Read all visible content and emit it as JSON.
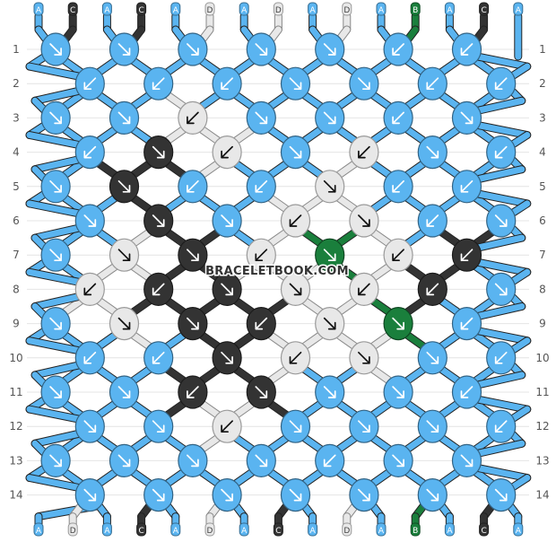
{
  "watermark": "BRACELETBOOK.COM",
  "colors": {
    "A": "#5ab4f0",
    "B": "#1a7f3c",
    "C": "#333333",
    "D": "#e8e8e8"
  },
  "strings_top": [
    "A",
    "C",
    "A",
    "C",
    "A",
    "D",
    "A",
    "D",
    "A",
    "D",
    "A",
    "B",
    "A",
    "C",
    "A"
  ],
  "strings_bottom": [
    "A",
    "D",
    "A",
    "C",
    "A",
    "D",
    "A",
    "C",
    "A",
    "D",
    "A",
    "B",
    "A",
    "C",
    "A"
  ],
  "row_numbers": [
    "1",
    "2",
    "3",
    "4",
    "5",
    "6",
    "7",
    "8",
    "9",
    "10",
    "11",
    "12",
    "13",
    "14"
  ],
  "knots": [
    [
      {
        "c": "A",
        "d": "se"
      },
      {
        "c": "A",
        "d": "se"
      },
      {
        "c": "A",
        "d": "se"
      },
      {
        "c": "A",
        "d": "se"
      },
      {
        "c": "A",
        "d": "se"
      },
      {
        "c": "A",
        "d": "sw"
      },
      {
        "c": "A",
        "d": "sw"
      }
    ],
    [
      {
        "c": "A",
        "d": "sw"
      },
      {
        "c": "A",
        "d": "sw"
      },
      {
        "c": "A",
        "d": "sw"
      },
      {
        "c": "A",
        "d": "se"
      },
      {
        "c": "A",
        "d": "se"
      },
      {
        "c": "A",
        "d": "sw"
      },
      {
        "c": "A",
        "d": "sw"
      }
    ],
    [
      {
        "c": "A",
        "d": "se"
      },
      {
        "c": "A",
        "d": "se"
      },
      {
        "c": "D",
        "d": "sw"
      },
      {
        "c": "A",
        "d": "se"
      },
      {
        "c": "A",
        "d": "se"
      },
      {
        "c": "A",
        "d": "sw"
      },
      {
        "c": "A",
        "d": "se"
      }
    ],
    [
      {
        "c": "A",
        "d": "sw"
      },
      {
        "c": "C",
        "d": "se"
      },
      {
        "c": "D",
        "d": "sw"
      },
      {
        "c": "A",
        "d": "se"
      },
      {
        "c": "D",
        "d": "sw"
      },
      {
        "c": "A",
        "d": "se"
      },
      {
        "c": "A",
        "d": "sw"
      }
    ],
    [
      {
        "c": "A",
        "d": "se"
      },
      {
        "c": "C",
        "d": "se"
      },
      {
        "c": "A",
        "d": "sw"
      },
      {
        "c": "A",
        "d": "sw"
      },
      {
        "c": "D",
        "d": "se"
      },
      {
        "c": "A",
        "d": "sw"
      },
      {
        "c": "A",
        "d": "sw"
      }
    ],
    [
      {
        "c": "A",
        "d": "se"
      },
      {
        "c": "C",
        "d": "se"
      },
      {
        "c": "A",
        "d": "se"
      },
      {
        "c": "D",
        "d": "sw"
      },
      {
        "c": "D",
        "d": "se"
      },
      {
        "c": "A",
        "d": "sw"
      },
      {
        "c": "A",
        "d": "se"
      }
    ],
    [
      {
        "c": "A",
        "d": "se"
      },
      {
        "c": "D",
        "d": "se"
      },
      {
        "c": "C",
        "d": "se"
      },
      {
        "c": "D",
        "d": "sw"
      },
      {
        "c": "B",
        "d": "se"
      },
      {
        "c": "D",
        "d": "sw"
      },
      {
        "c": "C",
        "d": "sw"
      }
    ],
    [
      {
        "c": "D",
        "d": "sw"
      },
      {
        "c": "C",
        "d": "sw"
      },
      {
        "c": "C",
        "d": "se"
      },
      {
        "c": "D",
        "d": "se"
      },
      {
        "c": "D",
        "d": "sw"
      },
      {
        "c": "C",
        "d": "sw"
      },
      {
        "c": "A",
        "d": "se"
      }
    ],
    [
      {
        "c": "A",
        "d": "se"
      },
      {
        "c": "D",
        "d": "se"
      },
      {
        "c": "C",
        "d": "se"
      },
      {
        "c": "C",
        "d": "sw"
      },
      {
        "c": "D",
        "d": "se"
      },
      {
        "c": "B",
        "d": "se"
      },
      {
        "c": "A",
        "d": "sw"
      }
    ],
    [
      {
        "c": "A",
        "d": "sw"
      },
      {
        "c": "A",
        "d": "sw"
      },
      {
        "c": "C",
        "d": "se"
      },
      {
        "c": "D",
        "d": "sw"
      },
      {
        "c": "D",
        "d": "se"
      },
      {
        "c": "A",
        "d": "se"
      },
      {
        "c": "A",
        "d": "sw"
      }
    ],
    [
      {
        "c": "A",
        "d": "se"
      },
      {
        "c": "A",
        "d": "se"
      },
      {
        "c": "C",
        "d": "sw"
      },
      {
        "c": "C",
        "d": "se"
      },
      {
        "c": "A",
        "d": "se"
      },
      {
        "c": "A",
        "d": "se"
      },
      {
        "c": "A",
        "d": "sw"
      }
    ],
    [
      {
        "c": "A",
        "d": "se"
      },
      {
        "c": "A",
        "d": "se"
      },
      {
        "c": "D",
        "d": "sw"
      },
      {
        "c": "A",
        "d": "se"
      },
      {
        "c": "A",
        "d": "se"
      },
      {
        "c": "A",
        "d": "se"
      },
      {
        "c": "A",
        "d": "sw"
      }
    ],
    [
      {
        "c": "A",
        "d": "se"
      },
      {
        "c": "A",
        "d": "se"
      },
      {
        "c": "A",
        "d": "se"
      },
      {
        "c": "A",
        "d": "se"
      },
      {
        "c": "A",
        "d": "sw"
      },
      {
        "c": "A",
        "d": "se"
      },
      {
        "c": "A",
        "d": "se"
      }
    ],
    [
      {
        "c": "A",
        "d": "se"
      },
      {
        "c": "A",
        "d": "se"
      },
      {
        "c": "A",
        "d": "se"
      },
      {
        "c": "A",
        "d": "se"
      },
      {
        "c": "A",
        "d": "se"
      },
      {
        "c": "A",
        "d": "se"
      },
      {
        "c": "A",
        "d": "se"
      }
    ]
  ]
}
